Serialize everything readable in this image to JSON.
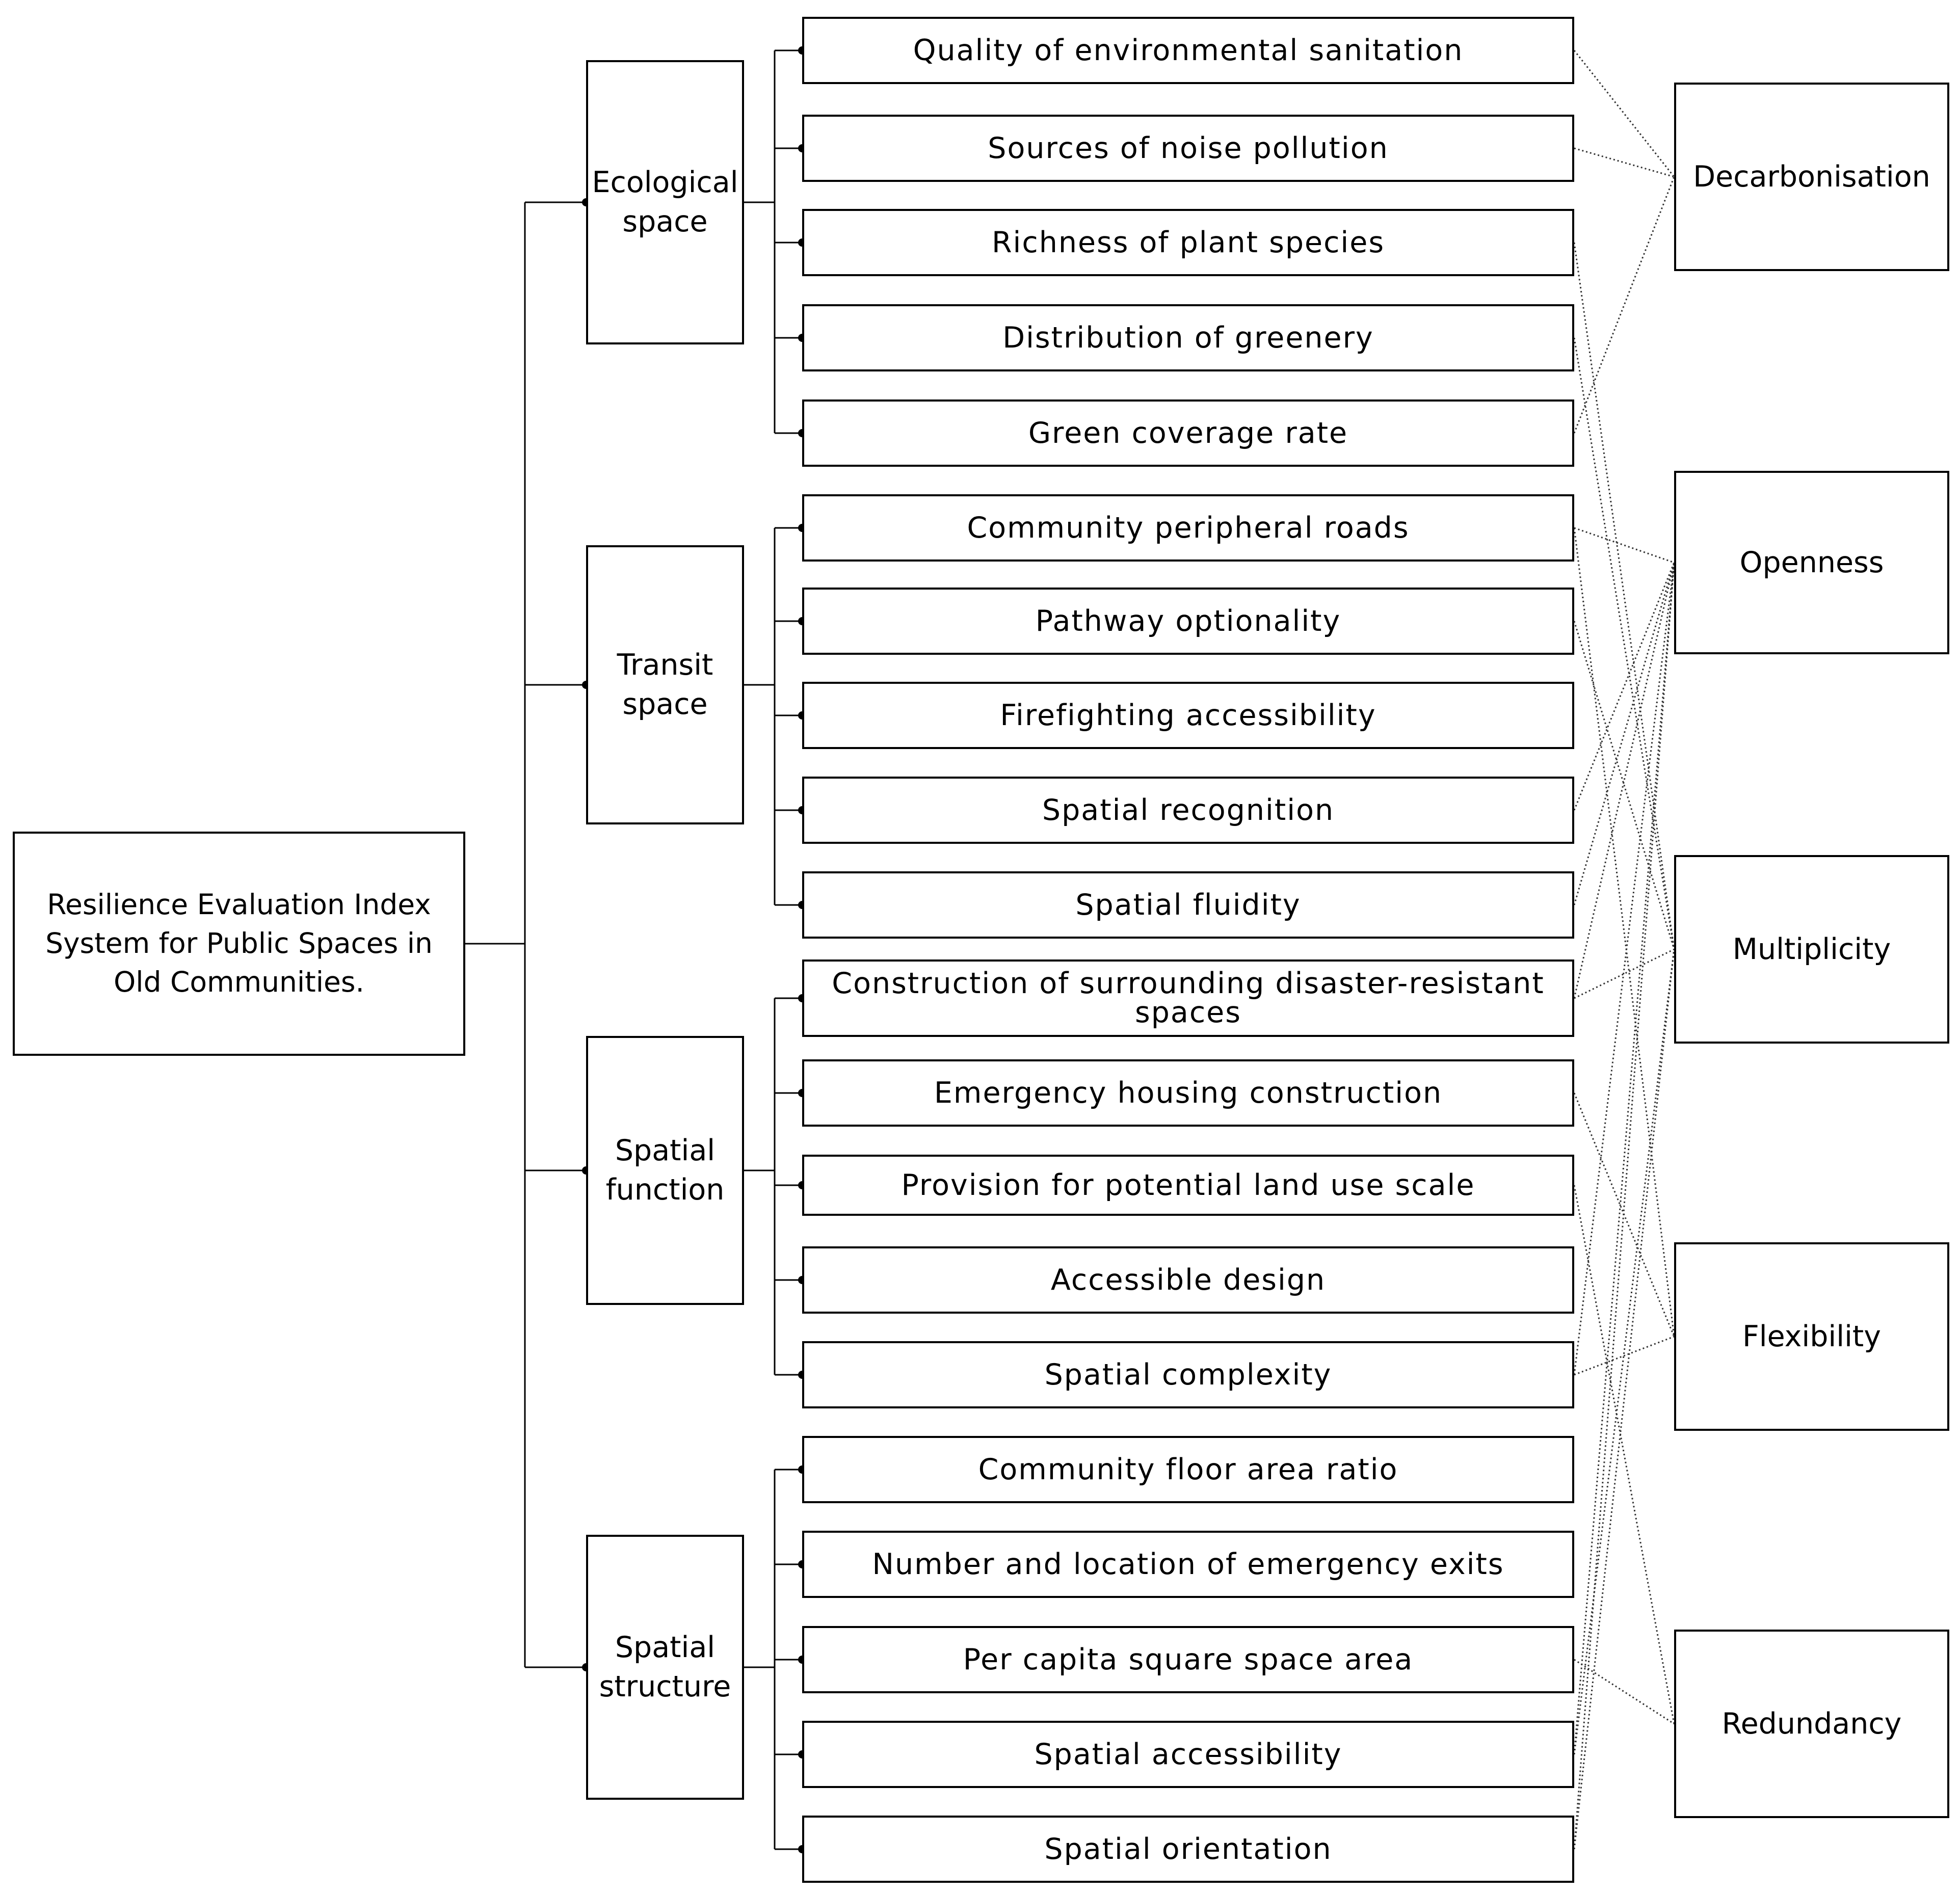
{
  "root": {
    "label": "Resilience Evaluation Index System for Public Spaces in Old Communities."
  },
  "categories": [
    {
      "id": "ecological",
      "label": "Ecological space"
    },
    {
      "id": "transit",
      "label": "Transit space"
    },
    {
      "id": "function",
      "label": "Spatial function"
    },
    {
      "id": "structure",
      "label": "Spatial structure"
    }
  ],
  "indicators": [
    {
      "label": "Quality of environmental sanitation",
      "category": "ecological"
    },
    {
      "label": "Sources of noise pollution",
      "category": "ecological"
    },
    {
      "label": "Richness of plant species",
      "category": "ecological"
    },
    {
      "label": "Distribution of greenery",
      "category": "ecological"
    },
    {
      "label": "Green coverage rate",
      "category": "ecological"
    },
    {
      "label": "Community peripheral roads",
      "category": "transit"
    },
    {
      "label": "Pathway optionality",
      "category": "transit"
    },
    {
      "label": "Firefighting accessibility",
      "category": "transit"
    },
    {
      "label": "Spatial recognition",
      "category": "transit"
    },
    {
      "label": "Spatial fluidity",
      "category": "transit"
    },
    {
      "label": "Construction of surrounding disaster-resistant spaces",
      "category": "function"
    },
    {
      "label": "Emergency housing construction",
      "category": "function"
    },
    {
      "label": "Provision for potential land use scale",
      "category": "function"
    },
    {
      "label": "Accessible design",
      "category": "function"
    },
    {
      "label": "Spatial complexity",
      "category": "function"
    },
    {
      "label": "Community floor area ratio",
      "category": "structure"
    },
    {
      "label": "Number and location of emergency exits",
      "category": "structure"
    },
    {
      "label": "Per capita square space area",
      "category": "structure"
    },
    {
      "label": "Spatial accessibility",
      "category": "structure"
    },
    {
      "label": "Spatial orientation",
      "category": "structure"
    }
  ],
  "properties": [
    {
      "id": "decarbonisation",
      "label": "Decarbonisation"
    },
    {
      "id": "openness",
      "label": "Openness"
    },
    {
      "id": "multiplicity",
      "label": "Multiplicity"
    },
    {
      "id": "flexibility",
      "label": "Flexibility"
    },
    {
      "id": "redundancy",
      "label": "Redundancy"
    }
  ],
  "links": [
    {
      "indicator": "Quality of environmental sanitation",
      "property": "decarbonisation"
    },
    {
      "indicator": "Sources of noise pollution",
      "property": "decarbonisation"
    },
    {
      "indicator": "Richness of plant species",
      "property": "multiplicity"
    },
    {
      "indicator": "Distribution of greenery",
      "property": "multiplicity"
    },
    {
      "indicator": "Green coverage rate",
      "property": "decarbonisation"
    },
    {
      "indicator": "Community peripheral roads",
      "property": "openness"
    },
    {
      "indicator": "Community peripheral roads",
      "property": "flexibility"
    },
    {
      "indicator": "Pathway optionality",
      "property": "multiplicity"
    },
    {
      "indicator": "Spatial recognition",
      "property": "openness"
    },
    {
      "indicator": "Spatial fluidity",
      "property": "openness"
    },
    {
      "indicator": "Construction of surrounding disaster-resistant spaces",
      "property": "openness"
    },
    {
      "indicator": "Construction of surrounding disaster-resistant spaces",
      "property": "multiplicity"
    },
    {
      "indicator": "Emergency housing construction",
      "property": "flexibility"
    },
    {
      "indicator": "Provision for potential land use scale",
      "property": "redundancy"
    },
    {
      "indicator": "Spatial complexity",
      "property": "openness"
    },
    {
      "indicator": "Spatial complexity",
      "property": "flexibility"
    },
    {
      "indicator": "Per capita square space area",
      "property": "redundancy"
    },
    {
      "indicator": "Spatial accessibility",
      "property": "openness"
    },
    {
      "indicator": "Spatial accessibility",
      "property": "multiplicity"
    },
    {
      "indicator": "Spatial orientation",
      "property": "openness"
    },
    {
      "indicator": "Spatial orientation",
      "property": "multiplicity"
    }
  ]
}
